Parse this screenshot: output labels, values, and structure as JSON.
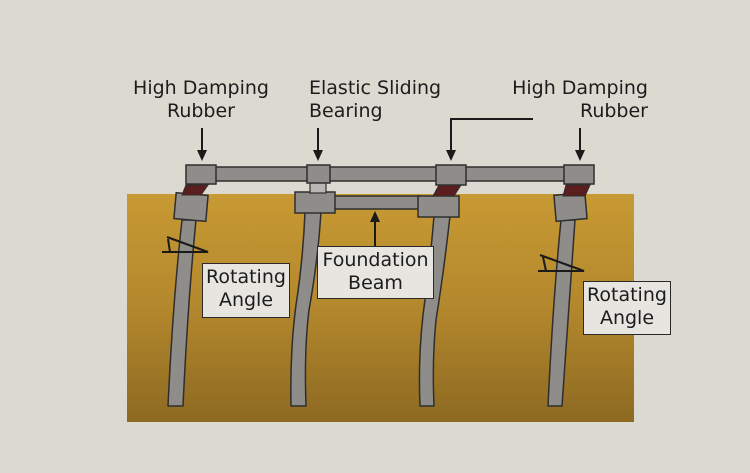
{
  "labels": {
    "hdr_left": [
      "High Damping",
      "Rubber"
    ],
    "esb": [
      "Elastic Sliding",
      "Bearing"
    ],
    "hdr_right": [
      "High Damping",
      "Rubber"
    ],
    "rot_left": [
      "Rotating",
      "Angle"
    ],
    "foundation": [
      "Foundation",
      "Beam"
    ],
    "rot_right": [
      "Rotating",
      "Angle"
    ]
  },
  "colors": {
    "background": "#dcd9d1",
    "ground_top": "#c89a34",
    "ground_bottom": "#8d6a22",
    "structure": "#8e8d89",
    "outline": "#2e2e2e",
    "rubber": "#5a1e1e"
  }
}
